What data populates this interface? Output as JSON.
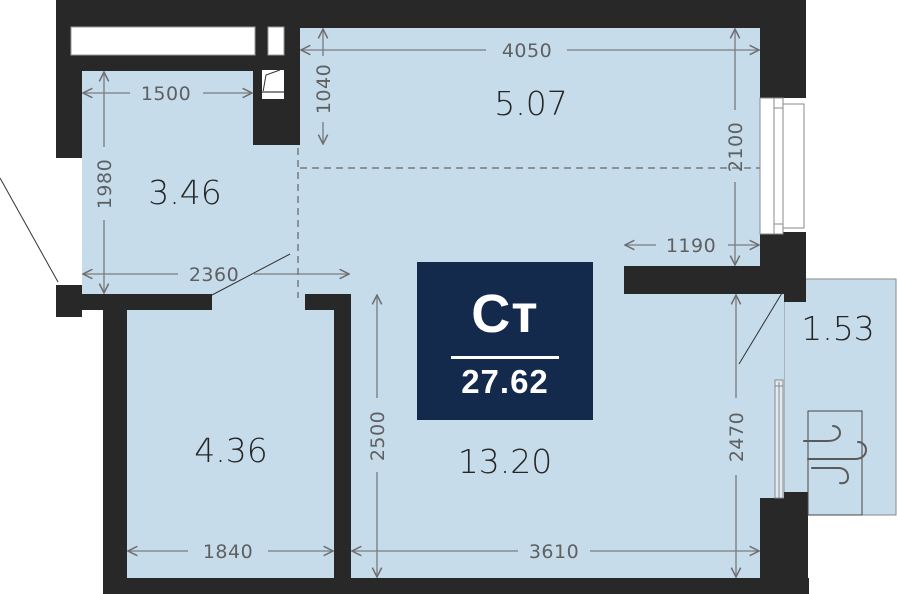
{
  "colors": {
    "wall": "#282828",
    "floor": "#c7dcea",
    "dimension": "#5f6062",
    "badge_bg": "#142a4c",
    "badge_text": "#ffffff"
  },
  "badge": {
    "type": "Ст",
    "total_area": "27.62"
  },
  "rooms": {
    "living": {
      "area": "13.20"
    },
    "kitchen": {
      "area": "5.07"
    },
    "hallway": {
      "area": "3.46"
    },
    "bathroom": {
      "area": "4.36"
    },
    "balcony": {
      "area": "1.53"
    }
  },
  "dimensions": {
    "kitchen_width": "4050",
    "kitchen_depth": "1040",
    "hallway_width": "1500",
    "hallway_depth": "1980",
    "hallway_full_width": "2360",
    "window_wall": "2100",
    "wall_offset": "1190",
    "bathroom_width": "1840",
    "living_depth_left": "2500",
    "living_width": "3610",
    "living_depth_right": "2470"
  },
  "icons": {
    "ventilation": "wind-icon",
    "window": "window-icon",
    "balcony_door": "balcony-door-icon",
    "entrance_door": "door-swing-icon"
  }
}
